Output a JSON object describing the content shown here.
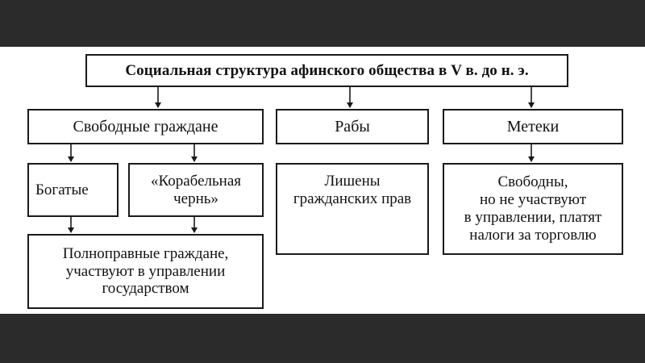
{
  "title": "Социальная структура афинского общества в V в. до н. э.",
  "level1": {
    "free_citizens": "Свободные граждане",
    "slaves": "Рабы",
    "metics": "Метеки"
  },
  "level2": {
    "rich": "Богатые",
    "ship_mob": "«Корабельная\nчернь»",
    "slaves_desc": "Лишены\nгражданских прав",
    "metics_desc": "Свободны,\nно не участвуют\nв управлении, платят\nналоги за торговлю"
  },
  "level3": {
    "full_citizens": "Полноправные граждане,\nучаствуют в управлении\nгосударством"
  }
}
